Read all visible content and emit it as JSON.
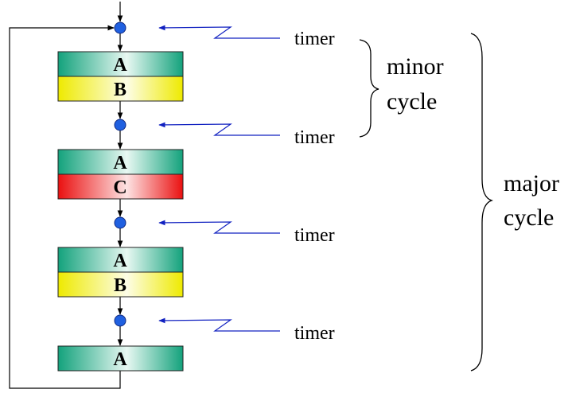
{
  "colors": {
    "green": "#1fb08a",
    "yellow": "#f2ee0a",
    "red": "#ee1c1c",
    "node_fill": "#2060e0",
    "signal_line": "#1020c0",
    "flow_line": "#000000"
  },
  "blocks": [
    {
      "tasks": [
        "A",
        "B"
      ],
      "colors": [
        "green",
        "yellow"
      ]
    },
    {
      "tasks": [
        "A",
        "C"
      ],
      "colors": [
        "green",
        "red"
      ]
    },
    {
      "tasks": [
        "A",
        "B"
      ],
      "colors": [
        "green",
        "yellow"
      ]
    },
    {
      "tasks": [
        "A"
      ],
      "colors": [
        "green"
      ]
    }
  ],
  "timers": [
    "timer",
    "timer",
    "timer",
    "timer"
  ],
  "minor_label": [
    "minor",
    "cycle"
  ],
  "major_label": [
    "major",
    "cycle"
  ]
}
